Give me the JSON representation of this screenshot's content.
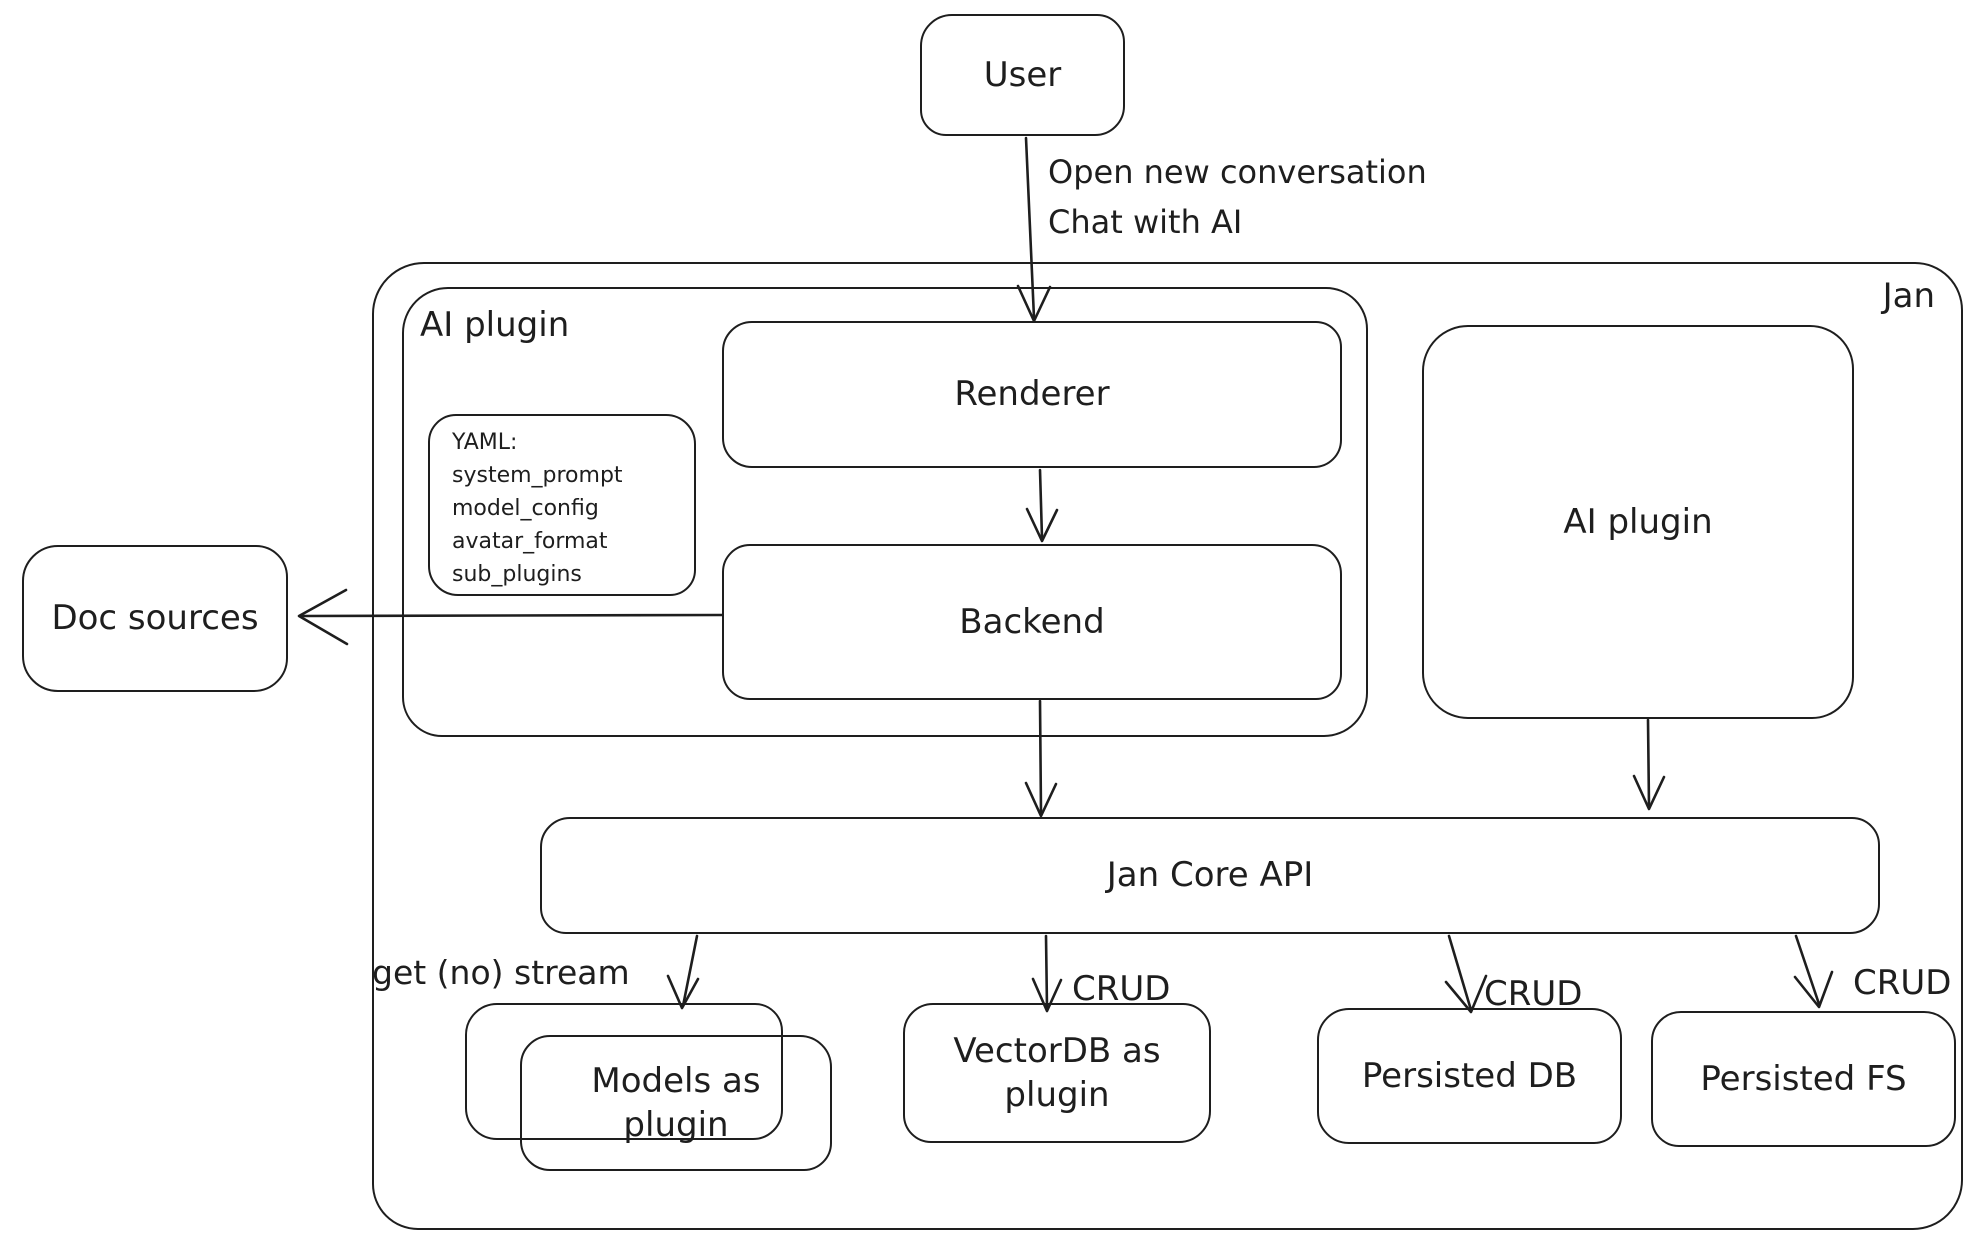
{
  "colors": {
    "stroke": "#1e1e1e",
    "background": "#ffffff"
  },
  "nodes": {
    "user": "User",
    "jan": "Jan",
    "ai_plugin_left": "AI plugin",
    "renderer": "Renderer",
    "backend": "Backend",
    "ai_plugin_right": "AI plugin",
    "doc_sources": "Doc sources",
    "jan_core_api": "Jan Core API",
    "models_as_plugin": "Models as plugin",
    "vectordb_as_plugin": "VectorDB as plugin",
    "persisted_db": "Persisted DB",
    "persisted_fs": "Persisted FS"
  },
  "yaml_note": {
    "title": "YAML:",
    "lines": [
      "system_prompt",
      "model_config",
      "avatar_format",
      "sub_plugins"
    ]
  },
  "edge_labels": {
    "user_flow": "Open new conversation\nChat with AI",
    "get_stream": "get (no) stream",
    "crud_vectordb": "CRUD",
    "crud_persisted_db": "CRUD",
    "crud_persisted_fs": "CRUD"
  }
}
